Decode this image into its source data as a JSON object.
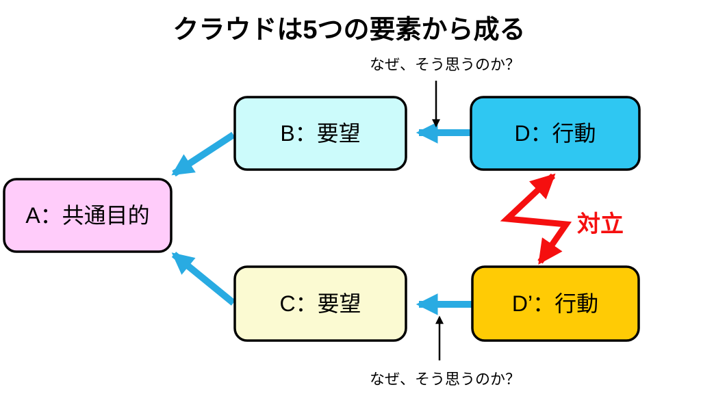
{
  "title": "クラウドは5つの要素から成る",
  "nodes": {
    "a": {
      "label": "A：共通目的",
      "fill": "#ffccfa"
    },
    "b": {
      "label": "B：要望",
      "fill": "#ccfbfb"
    },
    "c": {
      "label": "C：要望",
      "fill": "#fbfad2"
    },
    "d": {
      "label": "D：行動",
      "fill": "#2fc7f2"
    },
    "d2": {
      "label": "D’：行動",
      "fill": "#ffcb05"
    }
  },
  "annotations": {
    "why_top": "なぜ、そう思うのか？",
    "why_bottom": "なぜ、そう思うのか？",
    "conflict": "対立"
  },
  "edges": [
    {
      "from": "D",
      "to": "B",
      "style": "blue-arrow"
    },
    {
      "from": "D’",
      "to": "C",
      "style": "blue-arrow"
    },
    {
      "from": "B",
      "to": "A",
      "style": "blue-arrow"
    },
    {
      "from": "C",
      "to": "A",
      "style": "blue-arrow"
    },
    {
      "from": "D",
      "to": "D’",
      "style": "red-conflict-zigzag-double-arrow"
    },
    {
      "from": "why_top_label",
      "to": "edge-D-B",
      "style": "thin-black-arrow"
    },
    {
      "from": "why_bottom_label",
      "to": "edge-D’-C",
      "style": "thin-black-arrow"
    }
  ],
  "colors": {
    "arrow_blue": "#29abe2",
    "conflict_red": "#f50f0f",
    "box_border": "#000000",
    "text": "#000000",
    "background": "#ffffff"
  }
}
